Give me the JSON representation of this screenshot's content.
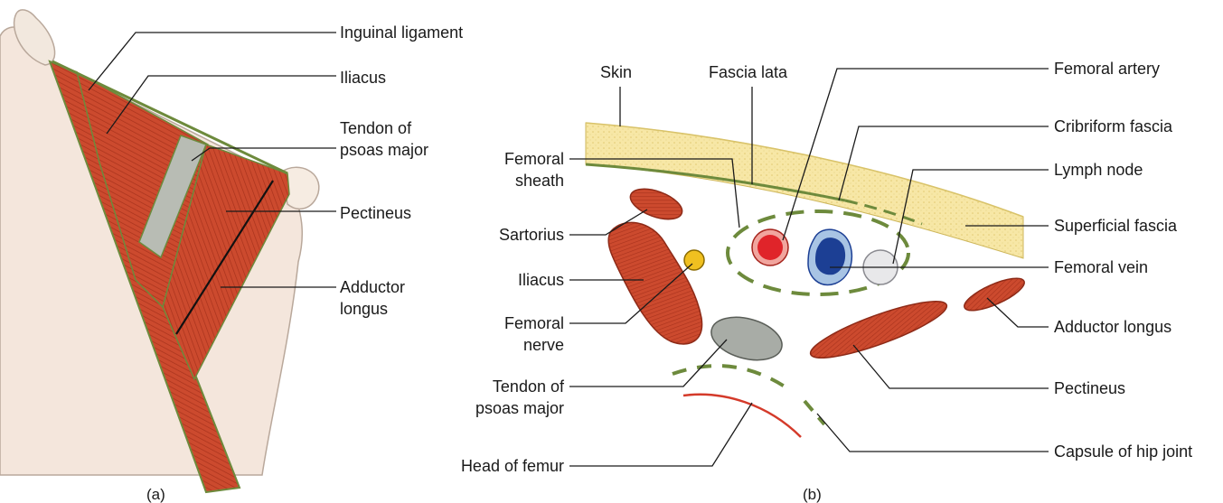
{
  "panel_a": {
    "caption": "(a)",
    "labels": {
      "inguinal_ligament": "Inguinal ligament",
      "iliacus": "Iliacus",
      "psoas_tendon_1": "Tendon of",
      "psoas_tendon_2": "psoas major",
      "pectineus": "Pectineus",
      "adductor_1": "Adductor",
      "adductor_2": "longus"
    }
  },
  "panel_b": {
    "caption": "(b)",
    "labels": {
      "skin": "Skin",
      "fascia_lata": "Fascia lata",
      "femoral_artery": "Femoral artery",
      "cribriform_fascia": "Cribriform fascia",
      "lymph_node": "Lymph node",
      "superficial_fascia": "Superficial fascia",
      "femoral_vein": "Femoral vein",
      "adductor_longus": "Adductor longus",
      "pectineus": "Pectineus",
      "capsule_hip_joint": "Capsule of hip joint",
      "femoral_sheath_1": "Femoral",
      "femoral_sheath_2": "sheath",
      "sartorius": "Sartorius",
      "iliacus": "Iliacus",
      "femoral_nerve_1": "Femoral",
      "femoral_nerve_2": "nerve",
      "psoas_tendon_1": "Tendon of",
      "psoas_tendon_2": "psoas major",
      "head_of_femur": "Head of femur"
    }
  },
  "colors": {
    "muscle": "#c8432a",
    "muscle_dark": "#9e2d1a",
    "fascia_green": "#6d8a3c",
    "skin_fill": "#f7e7a6",
    "limb_fill": "#f4e6dc",
    "artery": "#e0242a",
    "vein": "#1c3f94",
    "nerve": "#f0c020",
    "tendon": "#b8bcb4",
    "femur_line": "#d43a2a"
  }
}
